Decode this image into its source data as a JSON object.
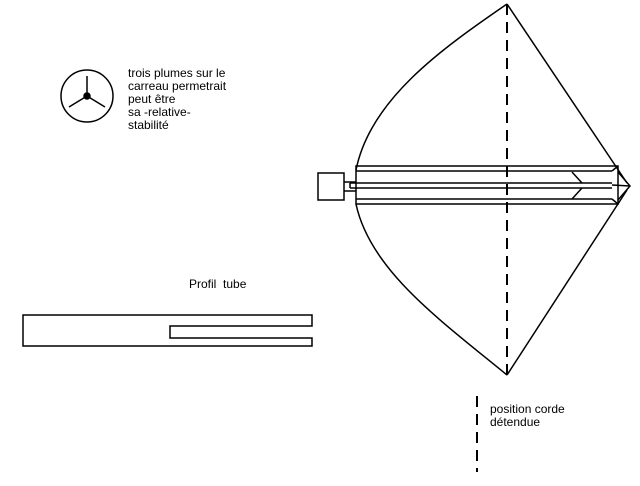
{
  "colors": {
    "stroke": "#000000",
    "background": "#ffffff"
  },
  "fletching_note": {
    "icon": "three-vane-fletching-icon",
    "lines": [
      "trois plumes sur le",
      "carreau permetrait",
      "peut être",
      "sa -relative-",
      "stabilité"
    ]
  },
  "tube_profile": {
    "label": "Profil  tube"
  },
  "crossbow": {
    "icon": "crossbow-top-view-drawing"
  },
  "string_legend": {
    "lines": [
      "position corde",
      "détendue"
    ]
  }
}
